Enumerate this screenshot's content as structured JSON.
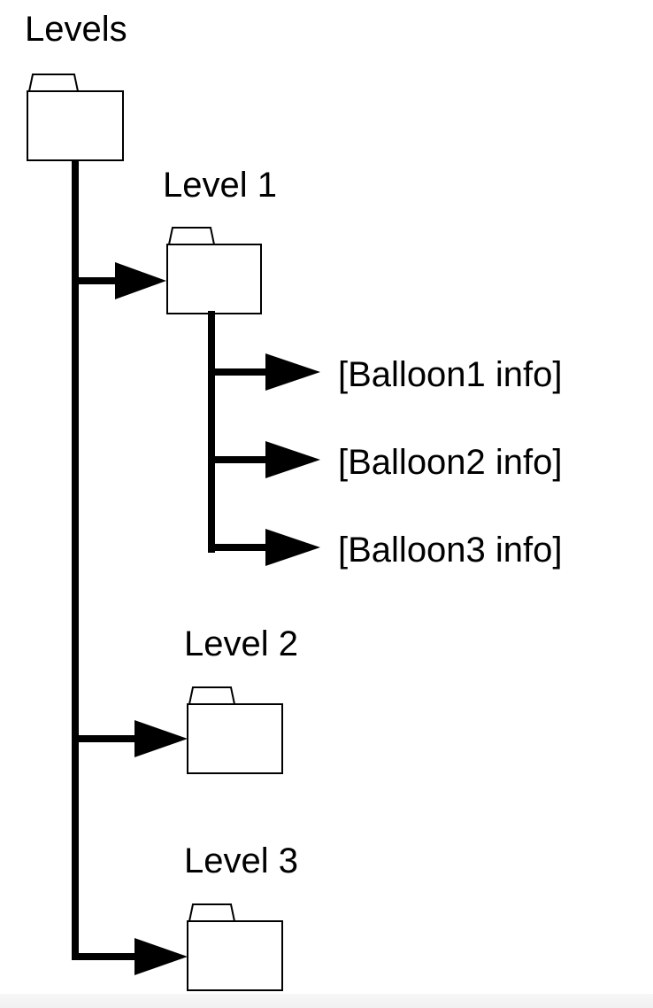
{
  "diagram": {
    "root": {
      "label": "Levels"
    },
    "levels": [
      {
        "label": "Level 1",
        "items": [
          "[Balloon1 info]",
          "[Balloon2 info]",
          "[Balloon3 info]"
        ]
      },
      {
        "label": "Level 2",
        "items": []
      },
      {
        "label": "Level 3",
        "items": []
      }
    ]
  }
}
